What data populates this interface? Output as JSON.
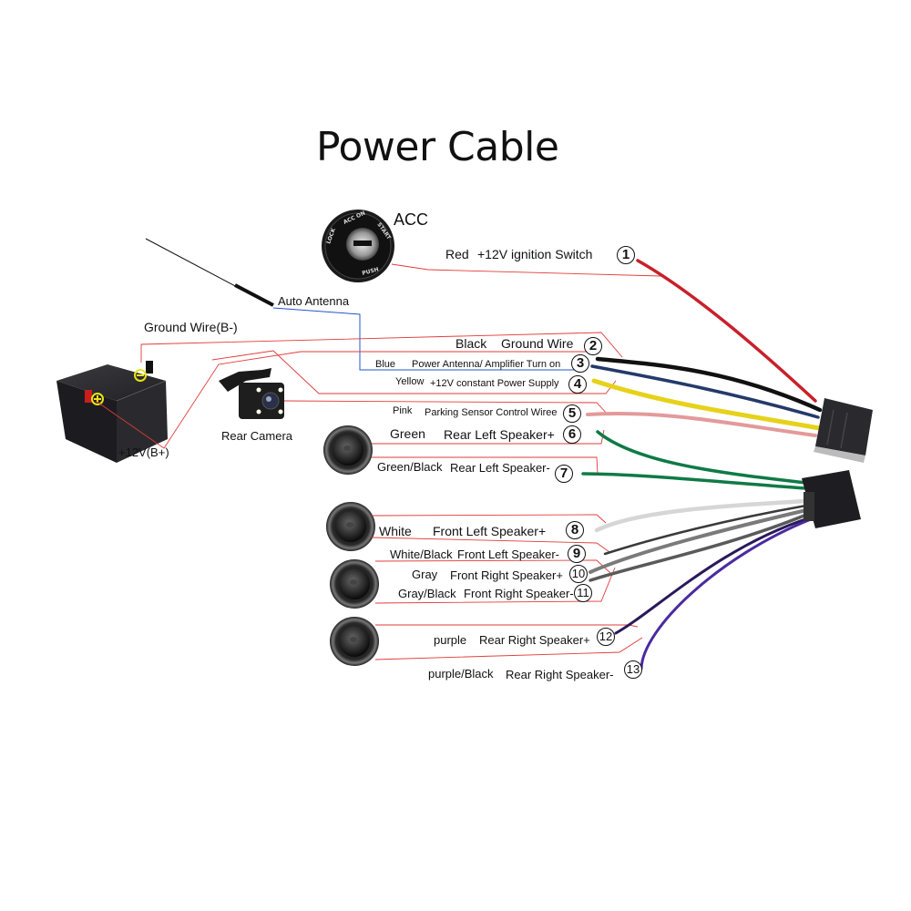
{
  "title": "Power Cable",
  "components": {
    "acc_label": "ACC",
    "acc_ring_text": [
      "LOCK",
      "ACC",
      "ON",
      "START",
      "PUSH"
    ],
    "antenna_label": "Auto  Antenna",
    "ground_label": "Ground Wire(B-)",
    "battery_plus_label": "+12V(B+)",
    "camera_label": "Rear Camera"
  },
  "wires": [
    {
      "num": "1",
      "color_name": "Red",
      "function": "+12V  ignition Switch",
      "color": "#c8202a"
    },
    {
      "num": "2",
      "color_name": "Black",
      "function": "Ground Wire",
      "color": "#111111"
    },
    {
      "num": "3",
      "color_name": "Blue",
      "function": "Power Antenna/ Amplifier Turn on",
      "color": "#243a6a"
    },
    {
      "num": "4",
      "color_name": "Yellow",
      "function": "+12V constant Power Supply",
      "color": "#e6d21a"
    },
    {
      "num": "5",
      "color_name": "Pink",
      "function": "Parking Sensor Control Wiree",
      "color": "#e39a9a"
    },
    {
      "num": "6",
      "color_name": "Green",
      "function": "Rear Left Speaker+",
      "color": "#0f7a46"
    },
    {
      "num": "7",
      "color_name": "Green/Black",
      "function": "Rear Left Speaker-",
      "color": "#0f7a46"
    },
    {
      "num": "8",
      "color_name": "White",
      "function": "Front Left Speaker+",
      "color": "#d6d6d6"
    },
    {
      "num": "9",
      "color_name": "White/Black",
      "function": "Front Left Speaker-",
      "color": "#3a3a3a"
    },
    {
      "num": "10",
      "color_name": "Gray",
      "function": "Front Right Speaker+",
      "color": "#7a7a7a"
    },
    {
      "num": "11",
      "color_name": "Gray/Black",
      "function": "Front Right Speaker-",
      "color": "#5a5a5a"
    },
    {
      "num": "12",
      "color_name": "purple",
      "function": "Rear Right Speaker+",
      "color": "#2a1a5a"
    },
    {
      "num": "13",
      "color_name": "purple/Black",
      "function": "Rear Right Speaker-",
      "color": "#4b2aa0"
    }
  ],
  "colors": {
    "callout_line": "#e23b3b",
    "antenna_line": "#2255cc",
    "connector": "#2a2a2e",
    "terminal_ring": "#e8e21a"
  }
}
